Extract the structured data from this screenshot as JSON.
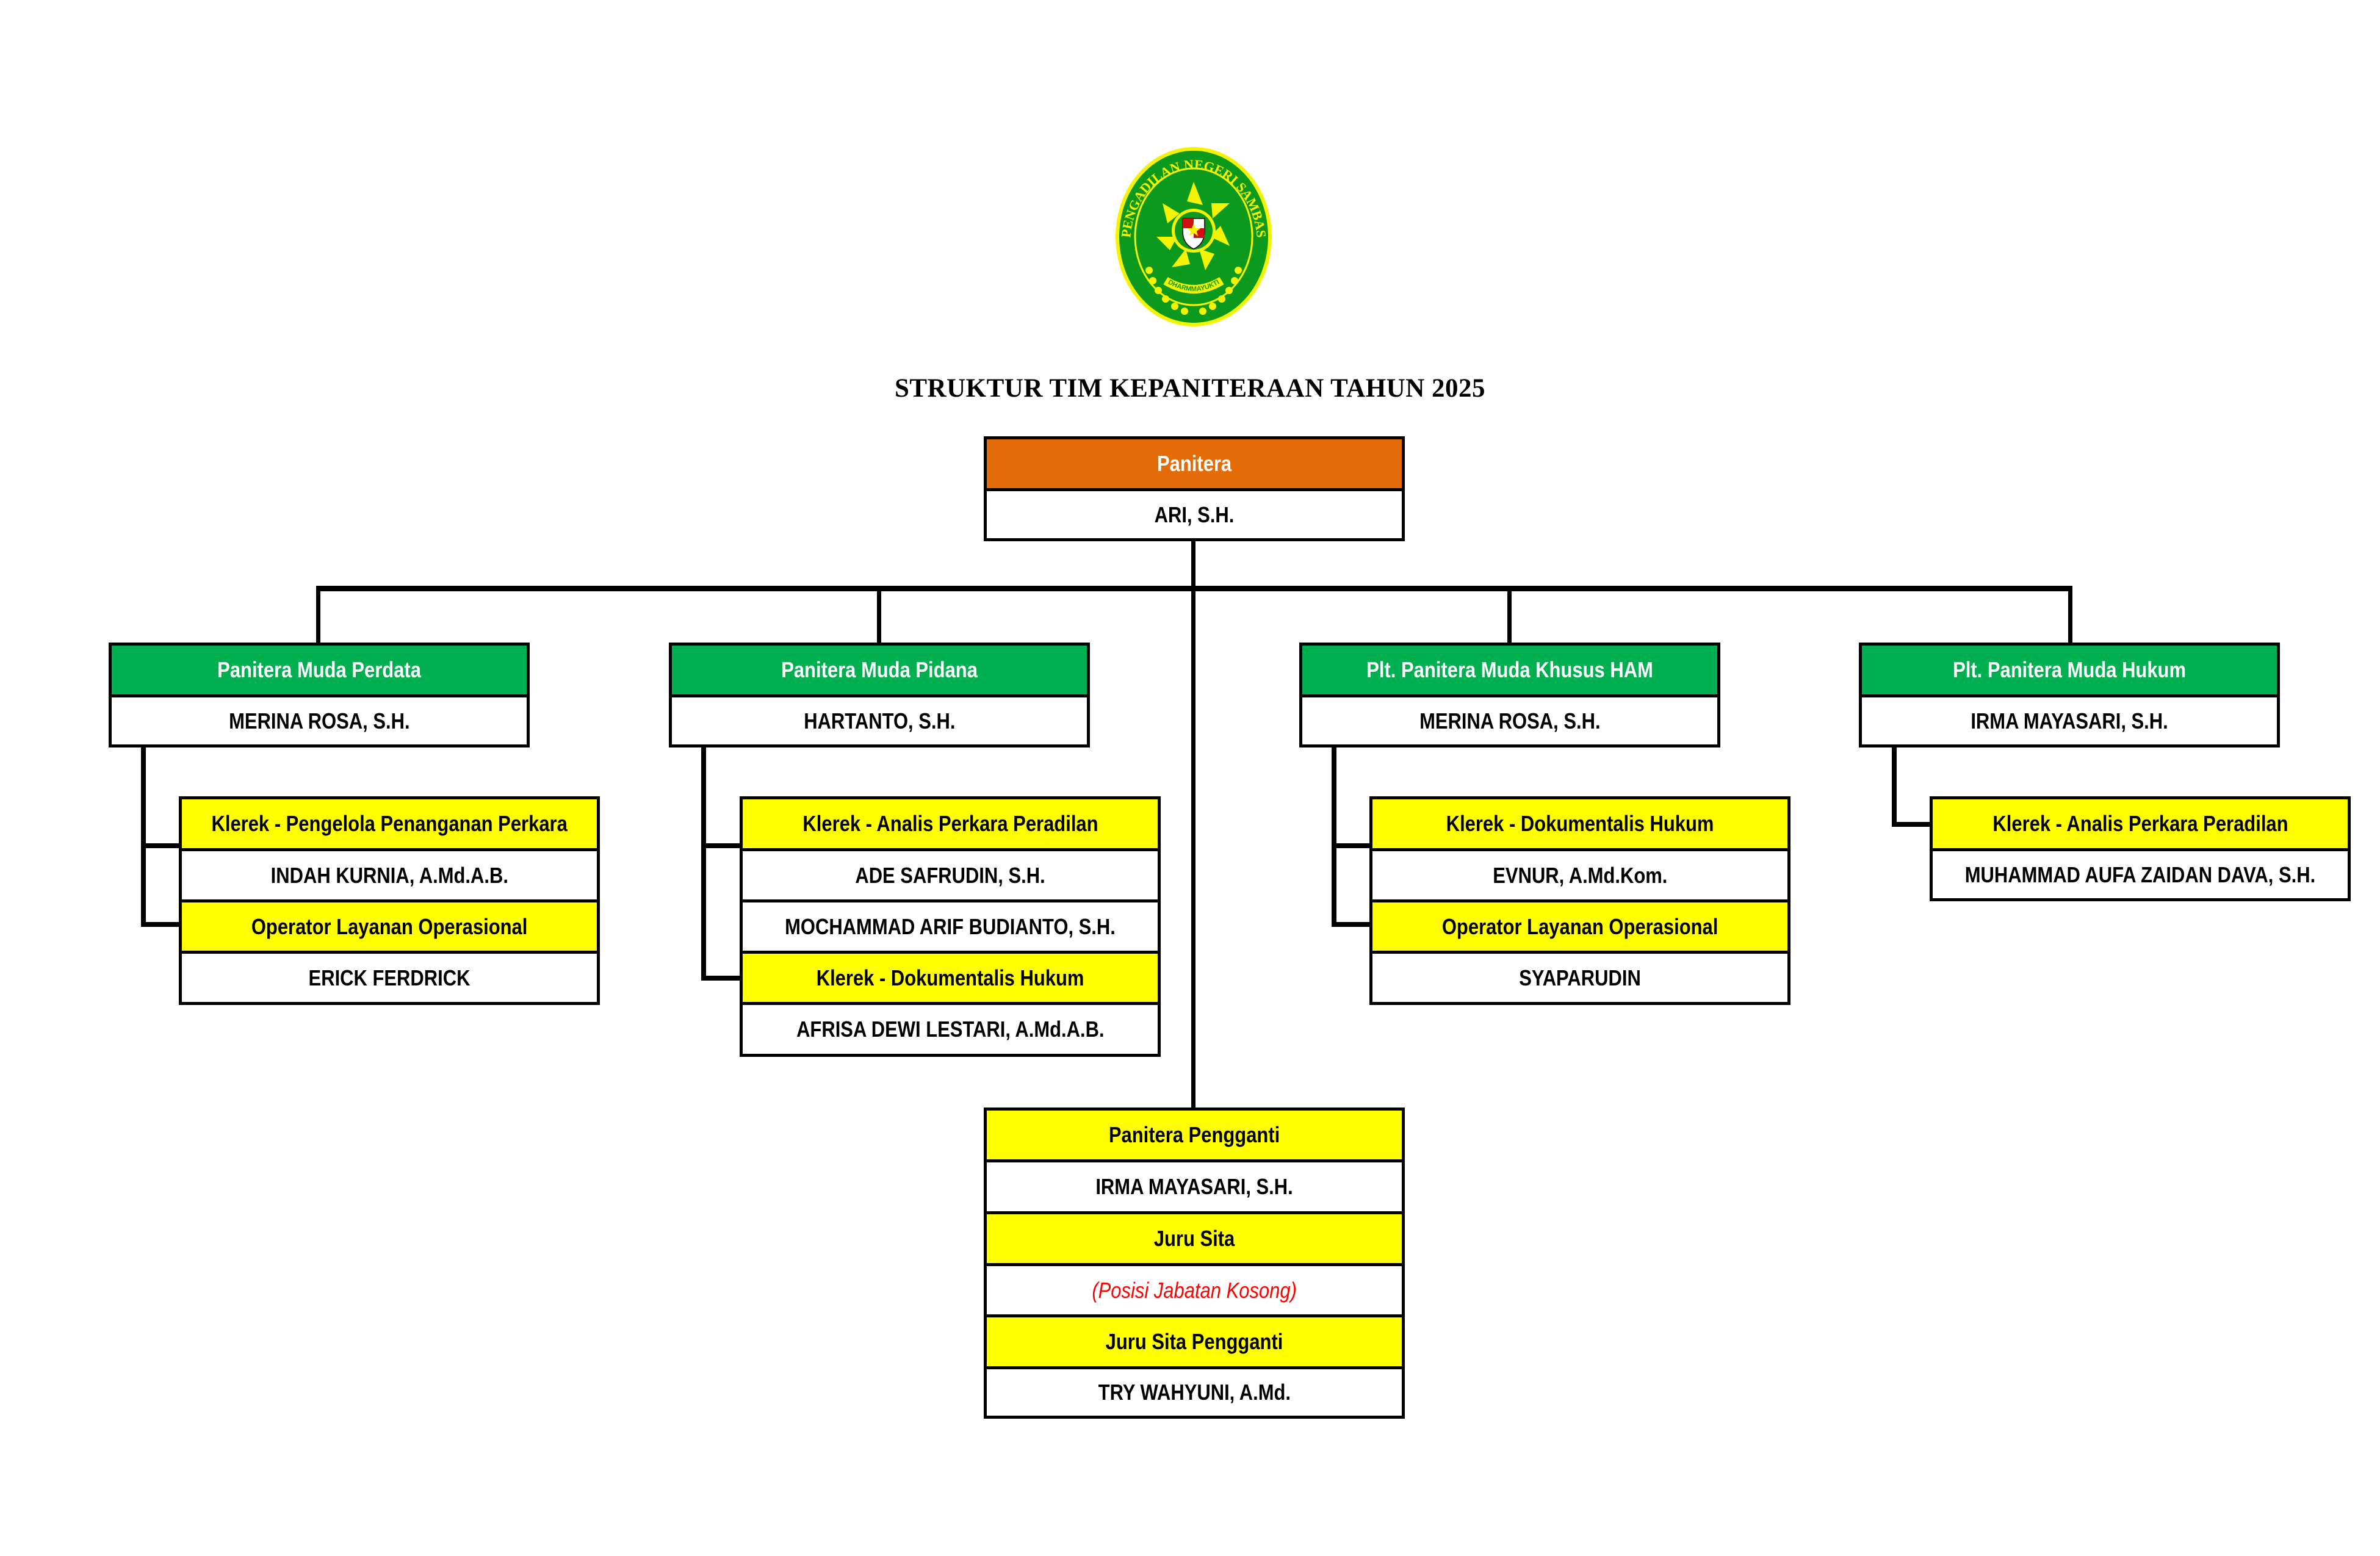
{
  "logo": {
    "name": "court-emblem",
    "ring_text": "PENGADILAN NEGERI SAMBAS",
    "ribbon_text": "DHARMMAYUKTI",
    "colors": {
      "green": "#0c9a1e",
      "yellow": "#f4f400"
    }
  },
  "title": "STRUKTUR TIM KEPANITERAAN TAHUN 2025",
  "colors": {
    "head": "#e36c09",
    "section": "#00b050",
    "staff": "#ffff00",
    "vacant_text": "#ff0000"
  },
  "head": {
    "role": "Panitera",
    "name": "ARI, S.H."
  },
  "sections": [
    {
      "role": "Panitera Muda Perdata",
      "name": "MERINA ROSA, S.H.",
      "staff": [
        {
          "role": "Klerek - Pengelola Penanganan Perkara",
          "names": [
            "INDAH KURNIA, A.Md.A.B."
          ]
        },
        {
          "role": "Operator Layanan Operasional",
          "names": [
            "ERICK FERDRICK"
          ]
        }
      ]
    },
    {
      "role": "Panitera Muda Pidana",
      "name": "HARTANTO, S.H.",
      "staff": [
        {
          "role": "Klerek - Analis Perkara Peradilan",
          "names": [
            "ADE SAFRUDIN, S.H.",
            "MOCHAMMAD ARIF BUDIANTO, S.H."
          ]
        },
        {
          "role": "Klerek - Dokumentalis Hukum",
          "names": [
            "AFRISA DEWI LESTARI, A.Md.A.B."
          ]
        }
      ]
    },
    {
      "role": "Plt. Panitera Muda Khusus HAM",
      "name": "MERINA ROSA, S.H.",
      "staff": [
        {
          "role": "Klerek - Dokumentalis Hukum",
          "names": [
            "EVNUR, A.Md.Kom."
          ]
        },
        {
          "role": "Operator Layanan Operasional",
          "names": [
            "SYAPARUDIN"
          ]
        }
      ]
    },
    {
      "role": "Plt. Panitera Muda Hukum",
      "name": "IRMA MAYASARI, S.H.",
      "staff": [
        {
          "role": "Klerek - Analis Perkara Peradilan",
          "names": [
            "MUHAMMAD AUFA ZAIDAN DAVA, S.H."
          ]
        }
      ]
    }
  ],
  "bottom": [
    {
      "role": "Panitera Pengganti",
      "name": "IRMA MAYASARI, S.H.",
      "vacant": false
    },
    {
      "role": "Juru Sita",
      "name": "(Posisi Jabatan Kosong)",
      "vacant": true
    },
    {
      "role": "Juru Sita Pengganti",
      "name": "TRY WAHYUNI, A.Md.",
      "vacant": false
    }
  ]
}
